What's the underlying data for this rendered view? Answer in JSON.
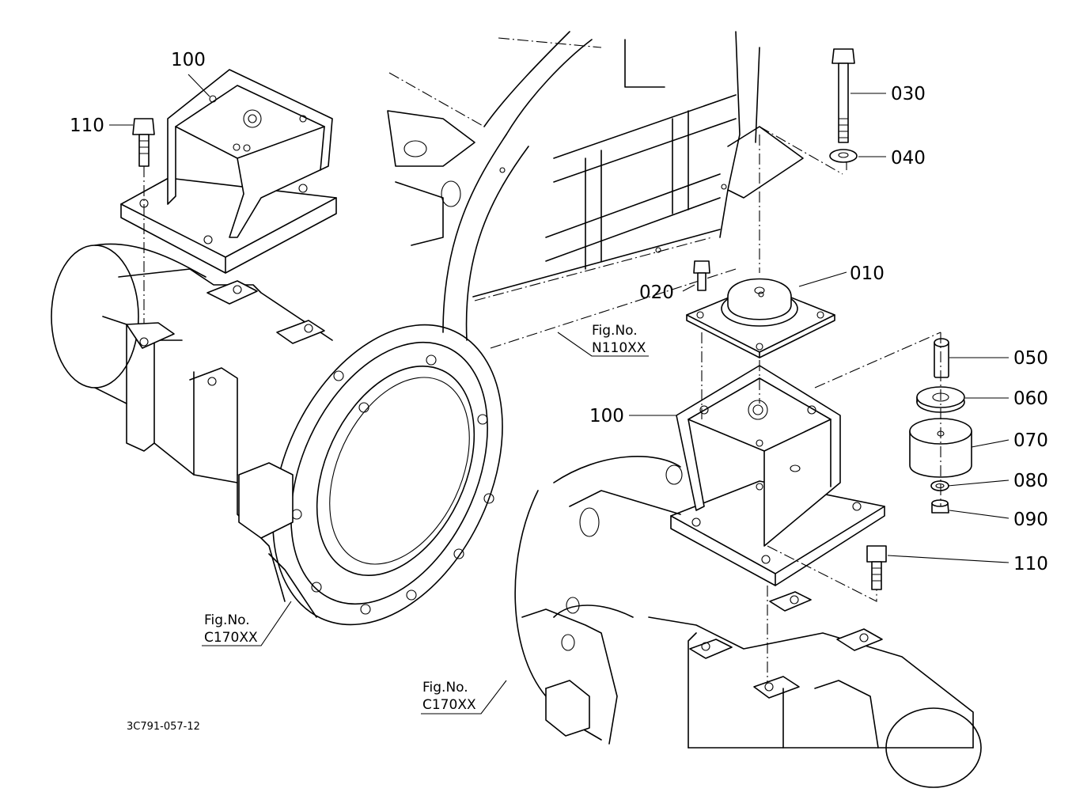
{
  "diagram": {
    "part_labels": {
      "p100_left": "100",
      "p110_left": "110",
      "p030": "030",
      "p040": "040",
      "p010": "010",
      "p020": "020",
      "p050": "050",
      "p060": "060",
      "p070": "070",
      "p080": "080",
      "p090": "090",
      "p100_right": "100",
      "p110_right": "110"
    },
    "figure_refs": {
      "n110_line1": "Fig.No.",
      "n110_line2": "N110XX",
      "c170_left_line1": "Fig.No.",
      "c170_left_line2": "C170XX",
      "c170_right_line1": "Fig.No.",
      "c170_right_line2": "C170XX"
    },
    "drawing_number": "3C791-057-12"
  }
}
